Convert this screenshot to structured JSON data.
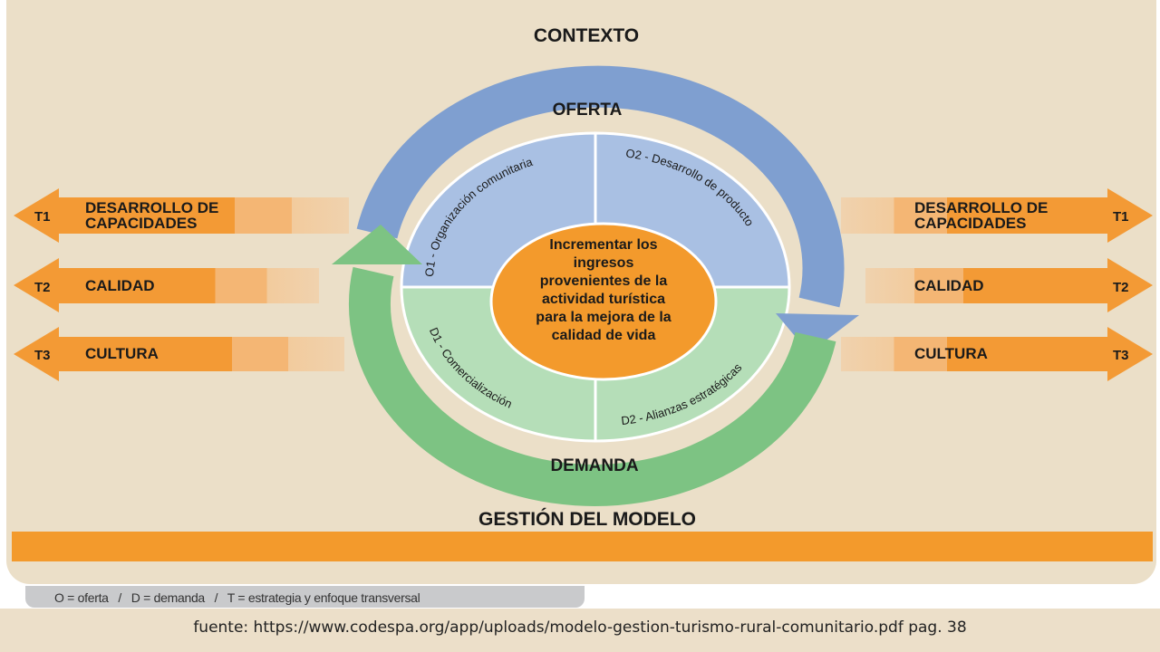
{
  "title": "CONTEXTO",
  "ring": {
    "top_label": "OFERTA",
    "bottom_label": "DEMANDA"
  },
  "quadrants": {
    "o1": "O1 - Organización comunitaria",
    "o2": "O2 - Desarrollo de producto",
    "d1": "D1 - Comercialización",
    "d2": "D2 - Alianzas estratégicas"
  },
  "center": {
    "lines": [
      "Incrementar los",
      "ingresos",
      "provenientes de la",
      "actividad turística",
      "para la mejora de la",
      "calidad de vida"
    ]
  },
  "strategies": [
    {
      "code": "T1",
      "line1": "DESARROLLO DE",
      "line2": "CAPACIDADES"
    },
    {
      "code": "T2",
      "line1": "CALIDAD",
      "line2": ""
    },
    {
      "code": "T3",
      "line1": "CULTURA",
      "line2": ""
    }
  ],
  "footer_title": "GESTIÓN DEL MODELO",
  "legend": "O = oferta   /   D = demanda   /   T = estrategia y enfoque transversal",
  "source": "fuente: https://www.codespa.org/app/uploads/modelo-gestion-turismo-rural-comunitario.pdf pag. 38",
  "colors": {
    "background": "#ebdfc8",
    "orange": "#f39a2c",
    "blue": "#7f9fd0",
    "light_blue": "#a9c0e3",
    "green": "#7dc383",
    "light_green": "#b5deb8"
  }
}
